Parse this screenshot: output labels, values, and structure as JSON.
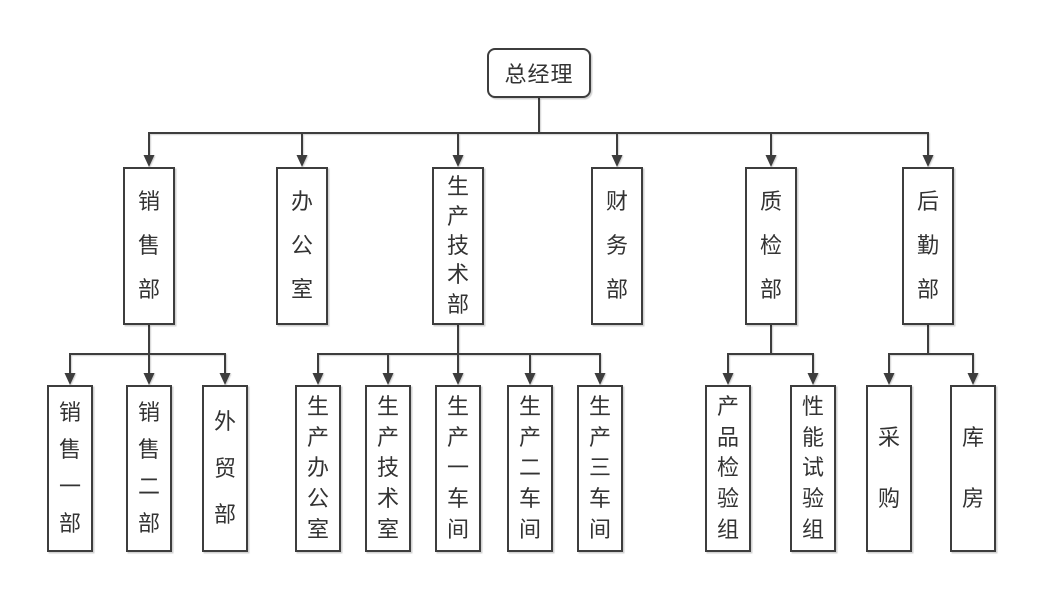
{
  "root": {
    "label": "总经理"
  },
  "departments": [
    {
      "label": "销售部",
      "children": [
        {
          "label": "销售一部"
        },
        {
          "label": "销售二部"
        },
        {
          "label": "外贸部"
        }
      ]
    },
    {
      "label": "办公室",
      "children": []
    },
    {
      "label": "生产技术部",
      "children": [
        {
          "label": "生产办公室"
        },
        {
          "label": "生产技术室"
        },
        {
          "label": "生产一车间"
        },
        {
          "label": "生产二车间"
        },
        {
          "label": "生产三车间"
        }
      ]
    },
    {
      "label": "财务部",
      "children": []
    },
    {
      "label": "质检部",
      "children": [
        {
          "label": "产品检验组"
        },
        {
          "label": "性能试验组"
        }
      ]
    },
    {
      "label": "后勤部",
      "children": [
        {
          "label": "采购"
        },
        {
          "label": "库房"
        }
      ]
    }
  ],
  "colors": {
    "line": "#3d3d3d",
    "text": "#333333",
    "background": "#ffffff"
  }
}
